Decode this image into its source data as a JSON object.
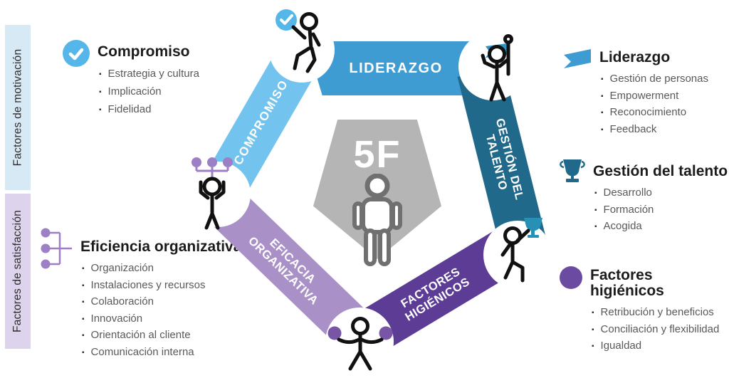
{
  "sidebar": {
    "motivation": {
      "label": "Factores de motivación",
      "bg": "#D8E9F6"
    },
    "satisfaction": {
      "label": "Factores de satisfacción",
      "bg": "#DDD3EC"
    }
  },
  "pentagon": {
    "label": "5F",
    "color": "#B5B5B5"
  },
  "segments": {
    "compromiso": {
      "label": "COMPROMISO",
      "color": "#72C3EE"
    },
    "liderazgo": {
      "label": "LIDERAZGO",
      "color": "#3F9CD3"
    },
    "gestion_talento": {
      "label": "GESTIÓN DEL TALENTO",
      "color": "#20698B"
    },
    "factores_higienicos": {
      "label": "FACTORES HIGIÉNICOS",
      "color": "#5C3C95"
    },
    "eficacia_organizativa": {
      "label": "EFICACIA ORGANIZATIVA",
      "color": "#A991C8"
    }
  },
  "callouts": {
    "compromiso": {
      "title": "Compromiso",
      "icon": "check-circle-icon",
      "icon_color": "#55B7E9",
      "items": [
        "Estrategia y cultura",
        "Implicación",
        "Fidelidad"
      ]
    },
    "liderazgo": {
      "title": "Liderazgo",
      "icon": "flag-ribbon-icon",
      "icon_color": "#3F9CD3",
      "items": [
        "Gestión de personas",
        "Empowerment",
        "Reconocimiento",
        "Feedback"
      ]
    },
    "gestion_talento": {
      "title": "Gestión del talento",
      "icon": "trophy-icon",
      "icon_color": "#20698B",
      "items": [
        "Desarrollo",
        "Formación",
        "Acogida"
      ]
    },
    "factores_higienicos": {
      "title": "Factores higiénicos",
      "icon": "purple-circle-icon",
      "icon_color": "#6B4BA1",
      "items": [
        "Retribución y beneficios",
        "Conciliación y flexibilidad",
        "Igualdad"
      ]
    },
    "eficiencia_organizativa": {
      "title": "Eficiencia organizativa",
      "icon": "org-chart-icon",
      "icon_color": "#9C7FC5",
      "items": [
        "Organización",
        "Instalaciones y recursos",
        "Colaboración",
        "Innovación",
        "Orientación al cliente",
        "Comunicación interna"
      ]
    }
  },
  "icon_colors": {
    "flag_on_pole": "#2E94C4",
    "held_trophy": "#2691B5",
    "balance_balls": "#7757A5",
    "org_dots": "#9C7FC5",
    "center_person": "#707070"
  }
}
